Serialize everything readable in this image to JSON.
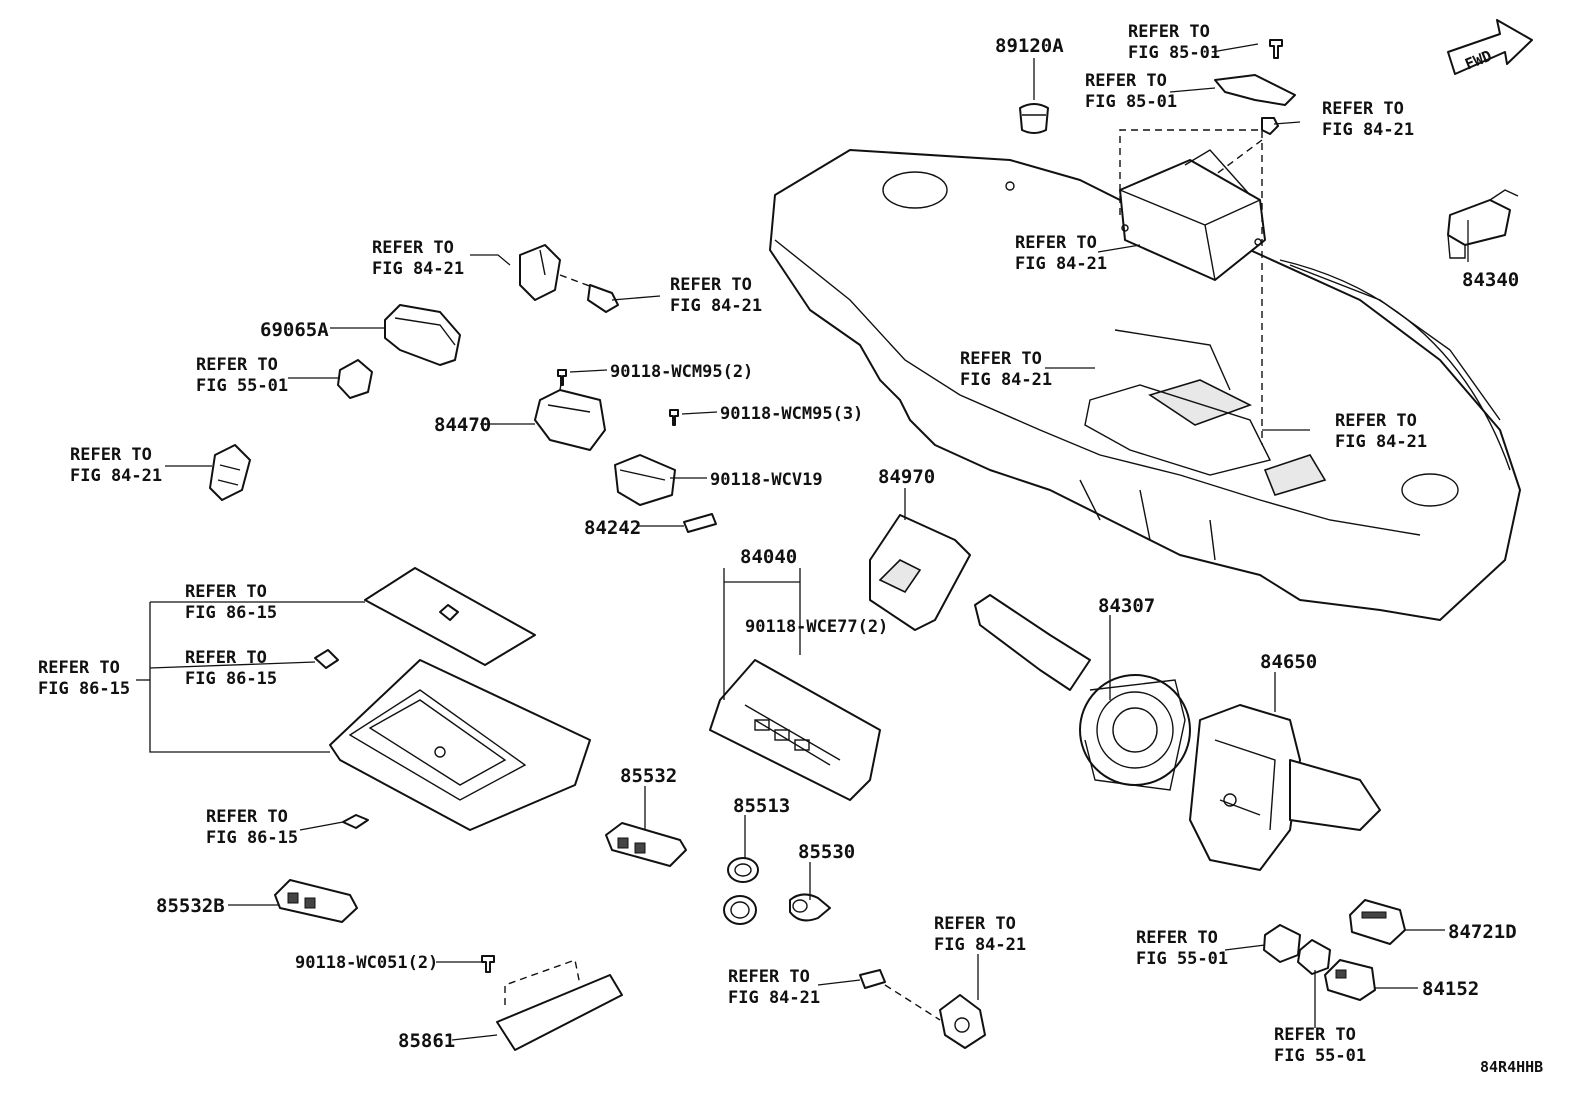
{
  "diagram_code": "84R4HHB",
  "direction_badge": "FWD",
  "parts": {
    "p89120A": "89120A",
    "p84340": "84340",
    "p69065A": "69065A",
    "p84470": "84470",
    "p84242": "84242",
    "p84040": "84040",
    "p84970": "84970",
    "p84307": "84307",
    "p84650": "84650",
    "p85532": "85532",
    "p85513": "85513",
    "p85530": "85530",
    "p85532B": "85532B",
    "p85861": "85861",
    "p84721D": "84721D",
    "p84152": "84152",
    "bolt_wcm95_2": "90118-WCM95(2)",
    "bolt_wcm95_3": "90118-WCM95(3)",
    "bolt_wcv19": "90118-WCV19",
    "bolt_wce77": "90118-WCE77(2)",
    "bolt_wc051": "90118-WC051(2)"
  },
  "refs": {
    "r_85_01_a": [
      "REFER TO",
      "FIG 85-01"
    ],
    "r_85_01_b": [
      "REFER TO",
      "FIG 85-01"
    ],
    "r_84_21_topright": [
      "REFER TO",
      "FIG 84-21"
    ],
    "r_84_21_ecu": [
      "REFER TO",
      "FIG 84-21"
    ],
    "r_84_21_sensor": [
      "REFER TO",
      "FIG 84-21"
    ],
    "r_84_21_sensorbolt": [
      "REFER TO",
      "FIG 84-21"
    ],
    "r_55_01_clip": [
      "REFER TO",
      "FIG 55-01"
    ],
    "r_84_21_left": [
      "REFER TO",
      "FIG 84-21"
    ],
    "r_84_21_bracketbolt": [
      "REFER TO",
      "FIG 84-21"
    ],
    "r_84_21_bracket": [
      "REFER TO",
      "FIG 84-21"
    ],
    "r_86_15_a": [
      "REFER TO",
      "FIG 86-15"
    ],
    "r_86_15_b": [
      "REFER TO",
      "FIG 86-15"
    ],
    "r_86_15_c": [
      "REFER TO",
      "FIG 86-15"
    ],
    "r_86_15_d": [
      "REFER TO",
      "FIG 86-15"
    ],
    "r_84_21_bot_top": [
      "REFER TO",
      "FIG 84-21"
    ],
    "r_84_21_bot_left": [
      "REFER TO",
      "FIG 84-21"
    ],
    "r_55_01_switch_a": [
      "REFER TO",
      "FIG 55-01"
    ],
    "r_55_01_switch_b": [
      "REFER TO",
      "FIG 55-01"
    ]
  }
}
